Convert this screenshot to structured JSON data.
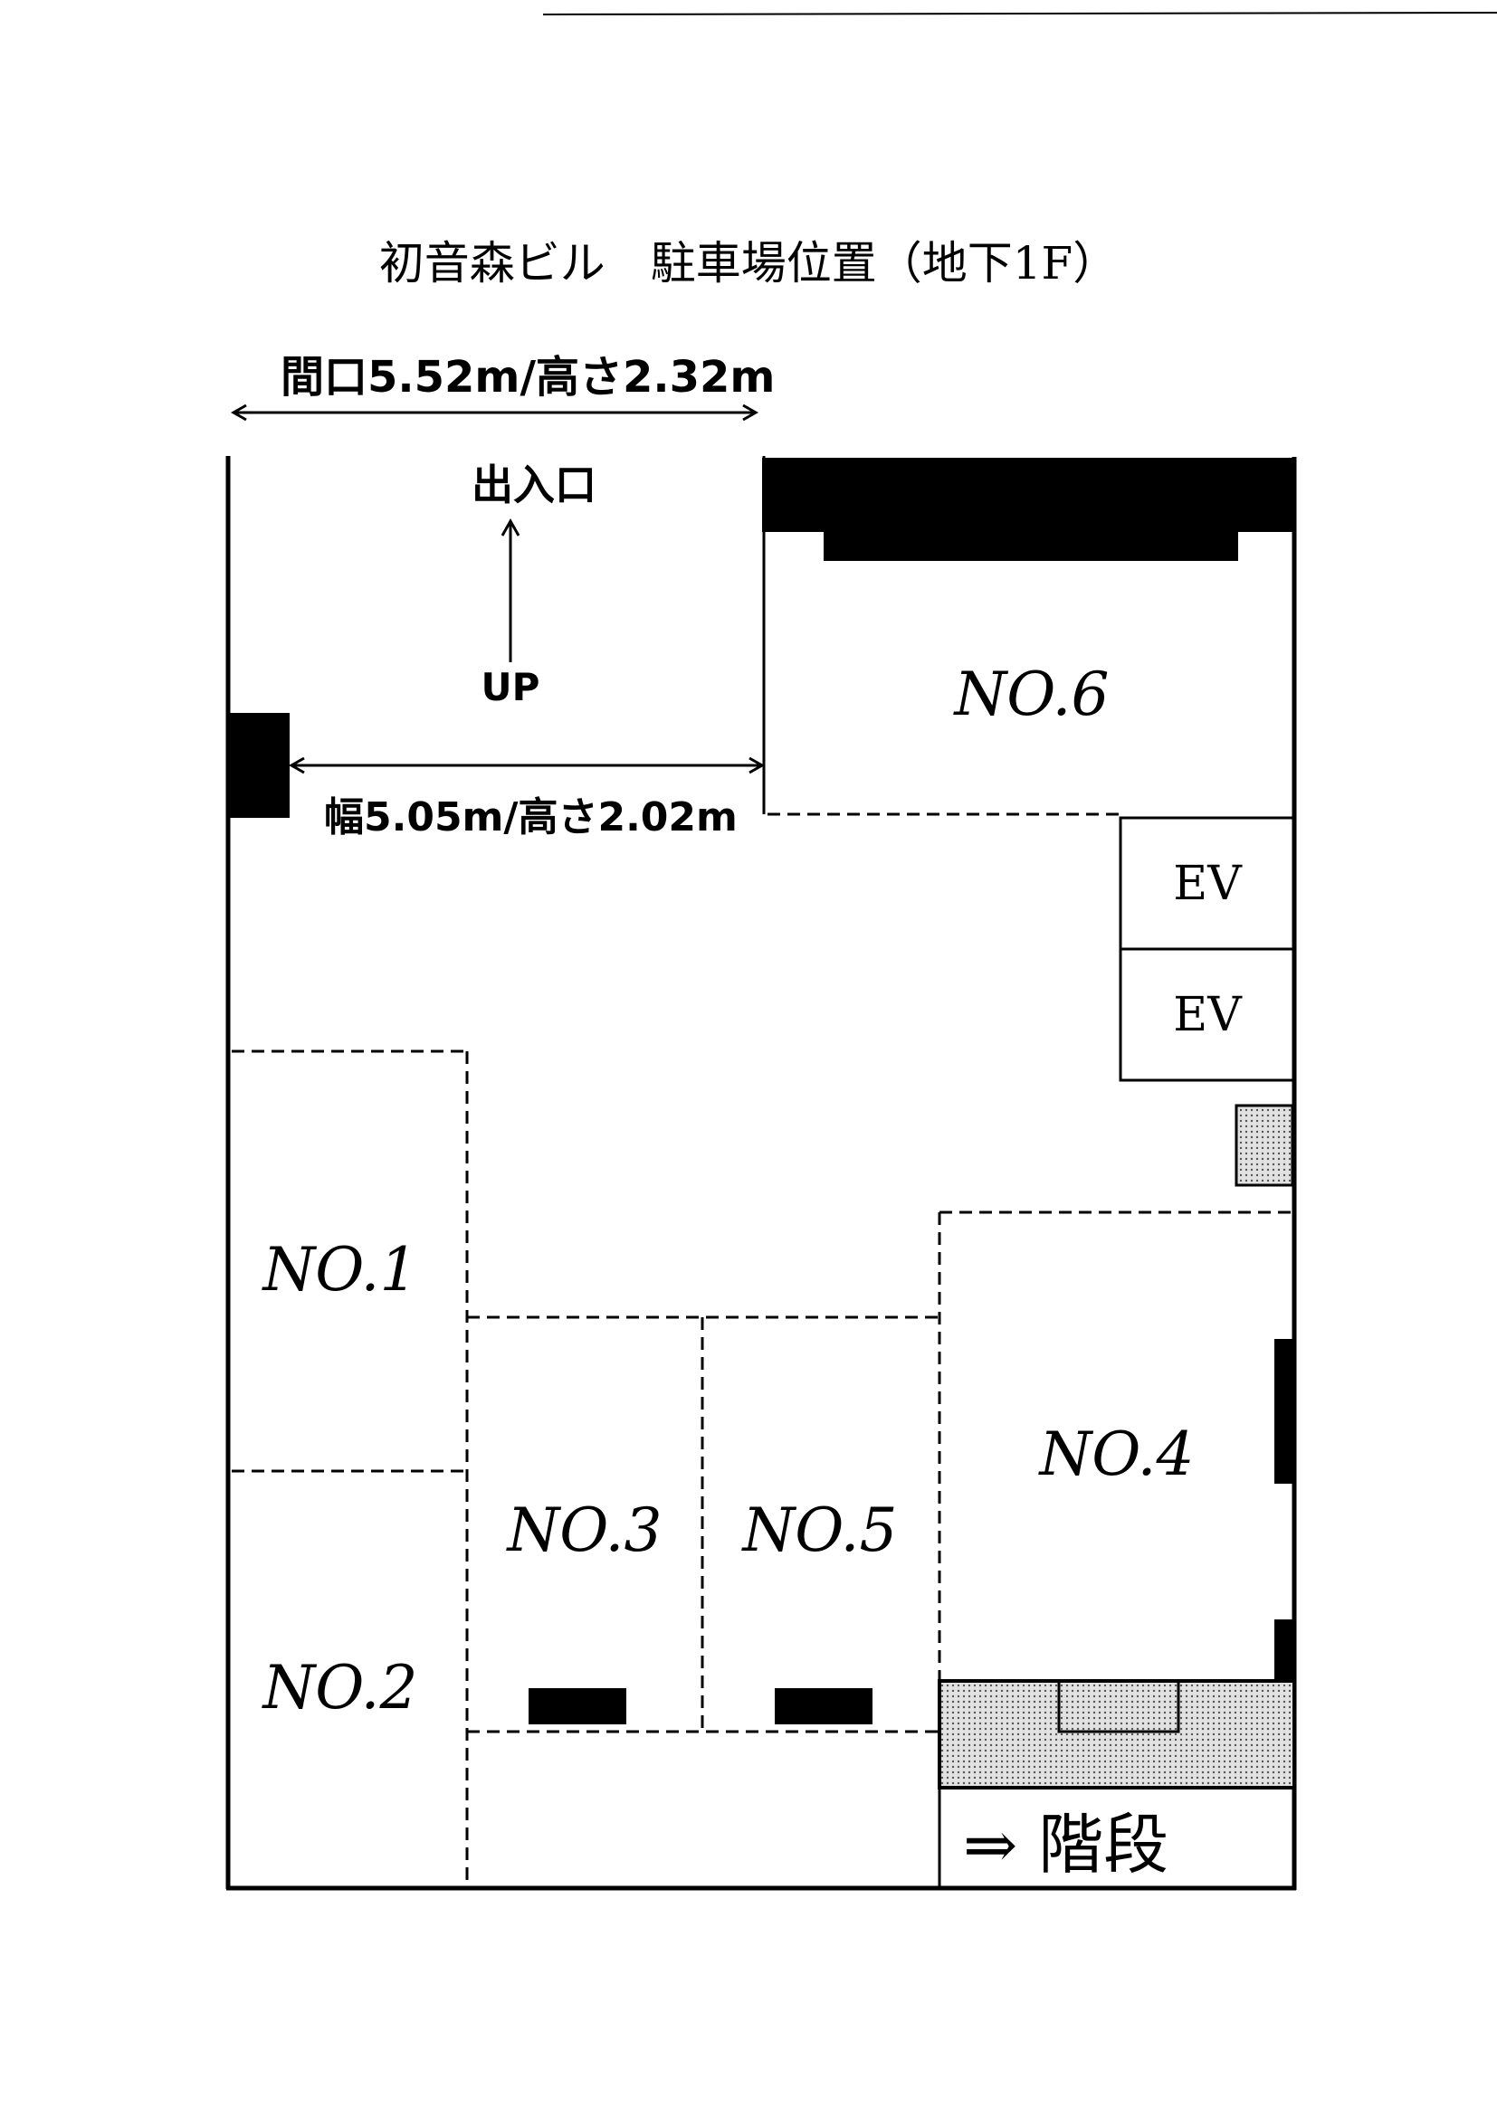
{
  "title": "初音森ビル　駐車場位置（地下1F）",
  "entrance": {
    "opening_label": "間口5.52m/高さ2.32m",
    "exit_label": "出入口",
    "up_label": "UP",
    "width_label": "幅5.05m/高さ2.02m"
  },
  "spaces": [
    "NO.1",
    "NO.2",
    "NO.3",
    "NO.4",
    "NO.5",
    "NO.6"
  ],
  "elevators": [
    "EV",
    "EV"
  ],
  "stairs_label": "⇒ 階段"
}
